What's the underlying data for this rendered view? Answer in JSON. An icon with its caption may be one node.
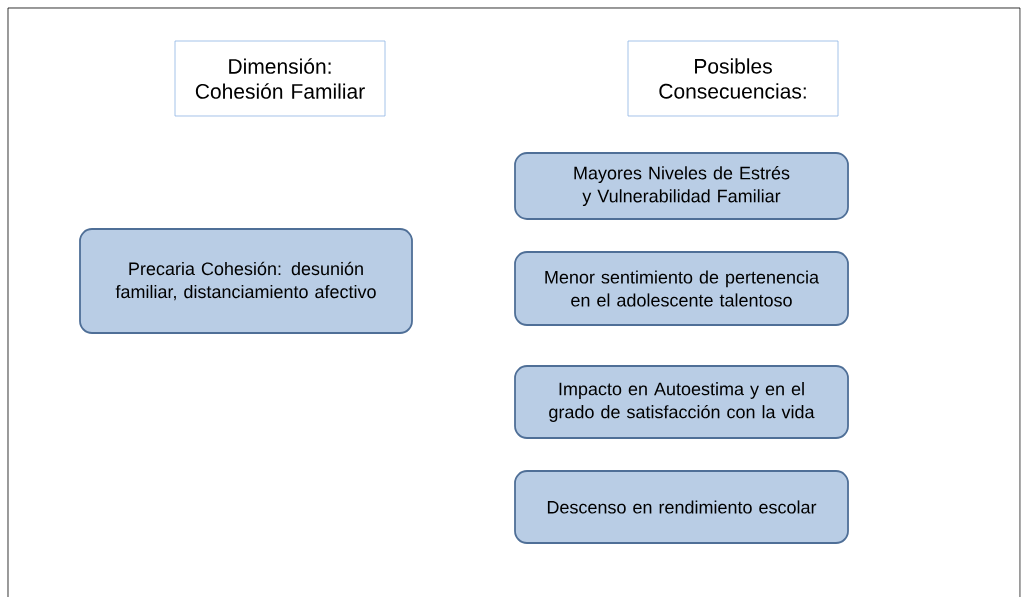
{
  "diagram": {
    "nodes": [
      {
        "text": [
          "Dimensión: Cohesión Familiar"
        ]
      },
      {
        "text": [
          "Posibles Consecuencias:"
        ]
      },
      {
        "text": [
          "Precaria Cohesión: desunión familiar, distanciamiento afectivo"
        ]
      },
      {
        "text": [
          "Mayores Niveles de Estrés y Vulnerabilidad Familiar"
        ]
      },
      {
        "text": [
          "Menor sentimiento de pertenencia en el adolescente talentoso"
        ]
      },
      {
        "text": [
          "Impacto en Autoestima y en el grado de satisfacción con la vida"
        ]
      },
      {
        "text": [
          "Descenso en rendimiento escolar"
        ]
      }
    ]
  }
}
